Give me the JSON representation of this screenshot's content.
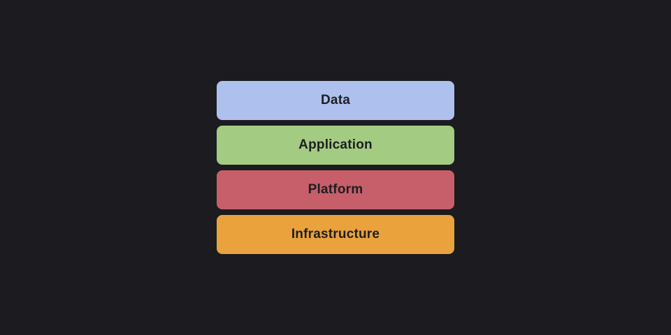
{
  "diagram": {
    "background_color": "#1b1b20",
    "label_text_color": "#1e1e23",
    "layers": [
      {
        "label": "Data",
        "color": "#aec0ee"
      },
      {
        "label": "Application",
        "color": "#a4cb82"
      },
      {
        "label": "Platform",
        "color": "#c65f6a"
      },
      {
        "label": "Infrastructure",
        "color": "#e9a23c"
      }
    ]
  }
}
